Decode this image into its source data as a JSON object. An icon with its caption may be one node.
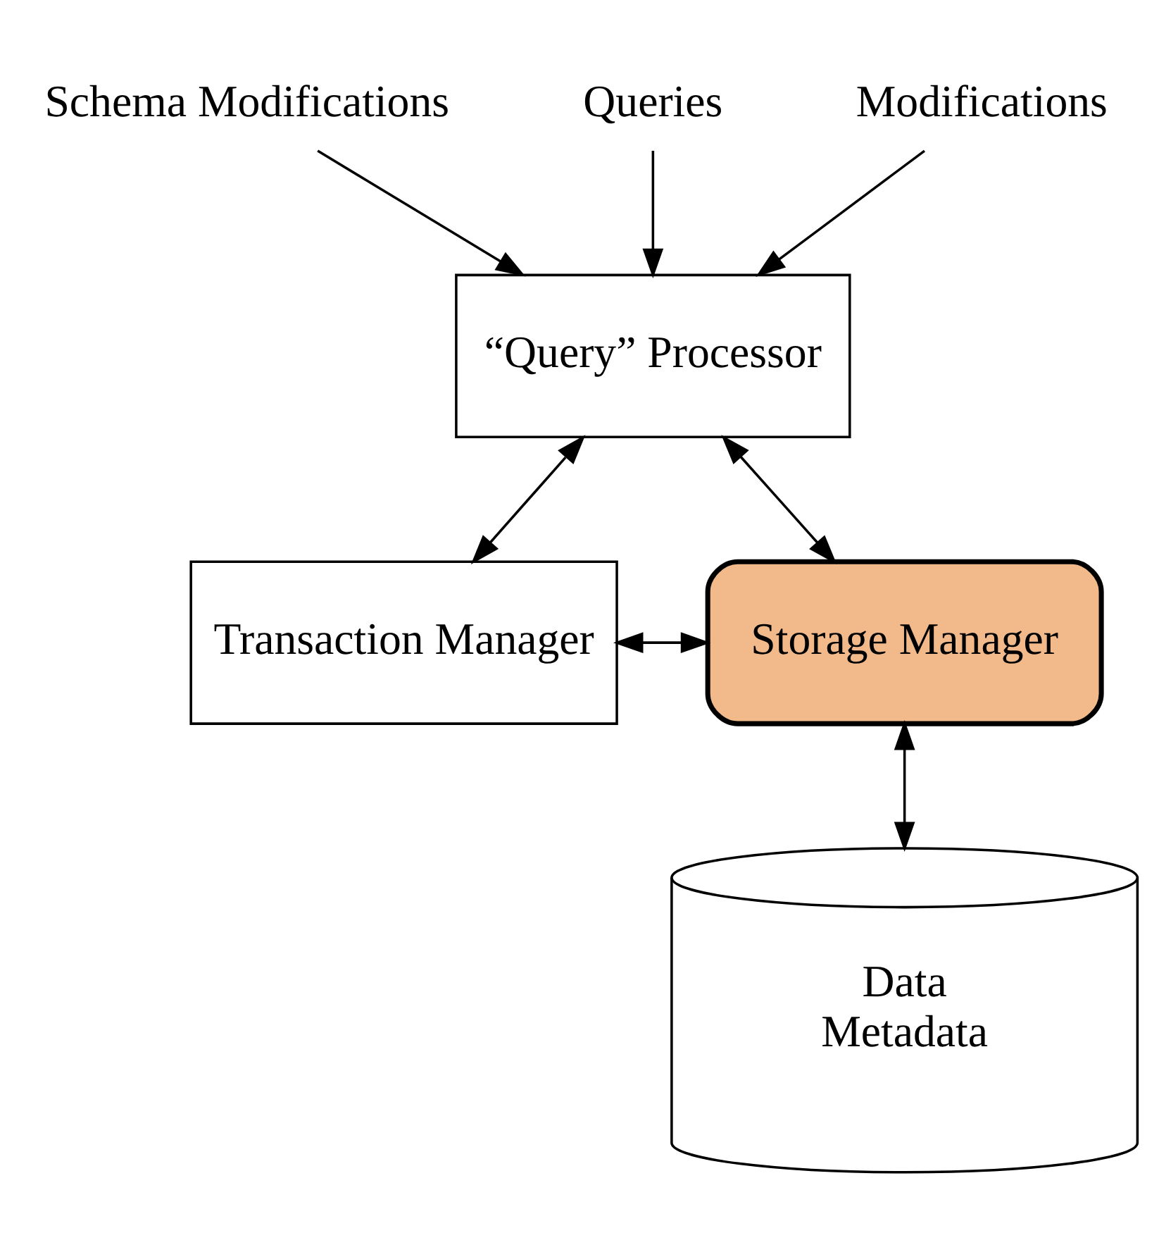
{
  "diagram": {
    "nodes": [
      {
        "text": [
          "Schema Modifications"
        ]
      },
      {
        "text": [
          "Queries"
        ]
      },
      {
        "text": [
          "Modifications"
        ]
      },
      {
        "text": [
          "“Query” Processor"
        ]
      },
      {
        "text": [
          "Transaction Manager"
        ]
      },
      {
        "text": [
          "Storage Manager"
        ]
      },
      {
        "text": [
          "Data",
          "Metadata"
        ]
      }
    ],
    "edges": [
      {
        "from": 0,
        "to": 3,
        "arrow": "to"
      },
      {
        "from": 1,
        "to": 3,
        "arrow": "to"
      },
      {
        "from": 2,
        "to": 3,
        "arrow": "to"
      },
      {
        "from": 3,
        "to": 4,
        "arrow": "both"
      },
      {
        "from": 3,
        "to": 5,
        "arrow": "both"
      },
      {
        "from": 4,
        "to": 5,
        "arrow": "both"
      },
      {
        "from": 5,
        "to": 6,
        "arrow": "both"
      }
    ]
  }
}
